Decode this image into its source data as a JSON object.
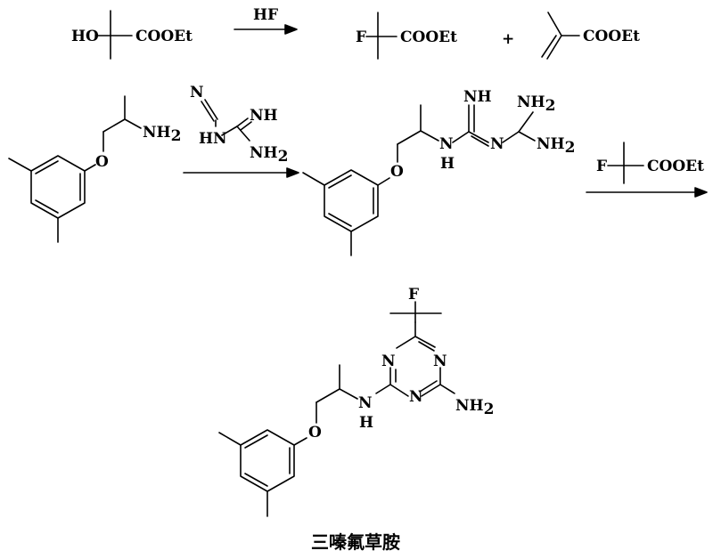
{
  "labels": {
    "ho": "HO",
    "cooet": "COOEt",
    "f": "F",
    "hf": "HF",
    "plus": "+",
    "nh2": "NH",
    "two": "2",
    "nh": "NH",
    "n": "N",
    "hn": "HN",
    "h": "H",
    "o": "O",
    "compound_name": "三嗪氟草胺"
  }
}
